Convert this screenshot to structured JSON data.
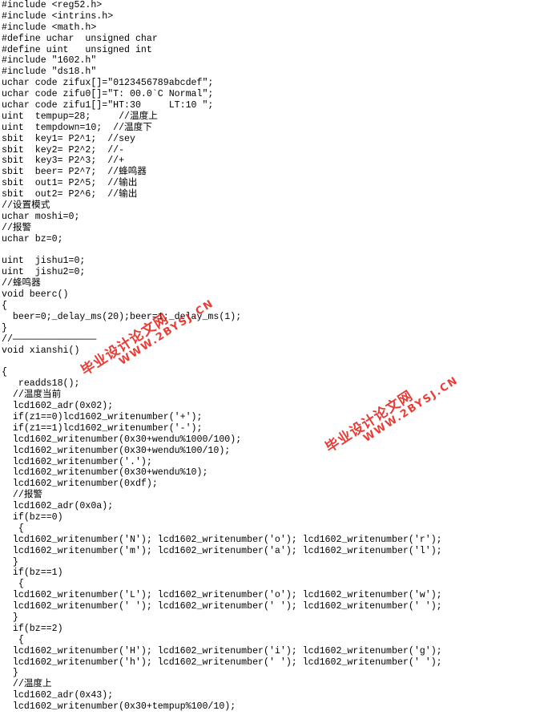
{
  "code_lines": [
    "#include <reg52.h>",
    "#include <intrins.h>",
    "#include <math.h>",
    "#define uchar  unsigned char",
    "#define uint   unsigned int",
    "#include \"1602.h\"",
    "#include \"ds18.h\"",
    "uchar code zifux[]=\"0123456789abcdef\";",
    "uchar code zifu0[]=\"T: 00.0`C Normal\";",
    "uchar code zifu1[]=\"HT:30     LT:10 \";",
    "uint  tempup=28;     //温度上",
    "uint  tempdown=10;  //温度下",
    "sbit  key1= P2^1;  //sey",
    "sbit  key2= P2^2;  //-",
    "sbit  key3= P2^3;  //+",
    "sbit  beer= P2^7;  //蜂鸣器",
    "sbit  out1= P2^5;  //输出",
    "sbit  out2= P2^6;  //输出",
    "//设置模式",
    "uchar moshi=0;",
    "//报警",
    "uchar bz=0;",
    "",
    "uint  jishu1=0;",
    "uint  jishu2=0;",
    "//蜂鸣器",
    "void beerc()",
    "{",
    "  beer=0;_delay_ms(20);beer=1;_delay_ms(1);",
    "}",
    "//———————————————",
    "void xianshi()",
    "",
    "{",
    "   readds18();",
    "  //温度当前",
    "  lcd1602_adr(0x02);",
    "  if(z1==0)lcd1602_writenumber('+');",
    "  if(z1==1)lcd1602_writenumber('-');",
    "  lcd1602_writenumber(0x30+wendu%1000/100);",
    "  lcd1602_writenumber(0x30+wendu%100/10);",
    "  lcd1602_writenumber('.');",
    "  lcd1602_writenumber(0x30+wendu%10);",
    "  lcd1602_writenumber(0xdf);",
    "  //报警",
    "  lcd1602_adr(0x0a);",
    "  if(bz==0)",
    "   {",
    "  lcd1602_writenumber('N'); lcd1602_writenumber('o'); lcd1602_writenumber('r');",
    "  lcd1602_writenumber('m'); lcd1602_writenumber('a'); lcd1602_writenumber('l');",
    "  }",
    "  if(bz==1)",
    "   {",
    "  lcd1602_writenumber('L'); lcd1602_writenumber('o'); lcd1602_writenumber('w');",
    "  lcd1602_writenumber(' '); lcd1602_writenumber(' '); lcd1602_writenumber(' ');",
    "  }",
    "  if(bz==2)",
    "   {",
    "  lcd1602_writenumber('H'); lcd1602_writenumber('i'); lcd1602_writenumber('g');",
    "  lcd1602_writenumber('h'); lcd1602_writenumber(' '); lcd1602_writenumber(' ');",
    "  }",
    "  //温度上",
    "  lcd1602_adr(0x43);",
    "  lcd1602_writenumber(0x30+tempup%100/10);"
  ],
  "watermarks": [
    {
      "text": "毕业设计论文网",
      "url": "WWW.2BYSJ.CN"
    },
    {
      "text": "毕业设计论文网",
      "url": "WWW.2BYSJ.CN"
    }
  ]
}
